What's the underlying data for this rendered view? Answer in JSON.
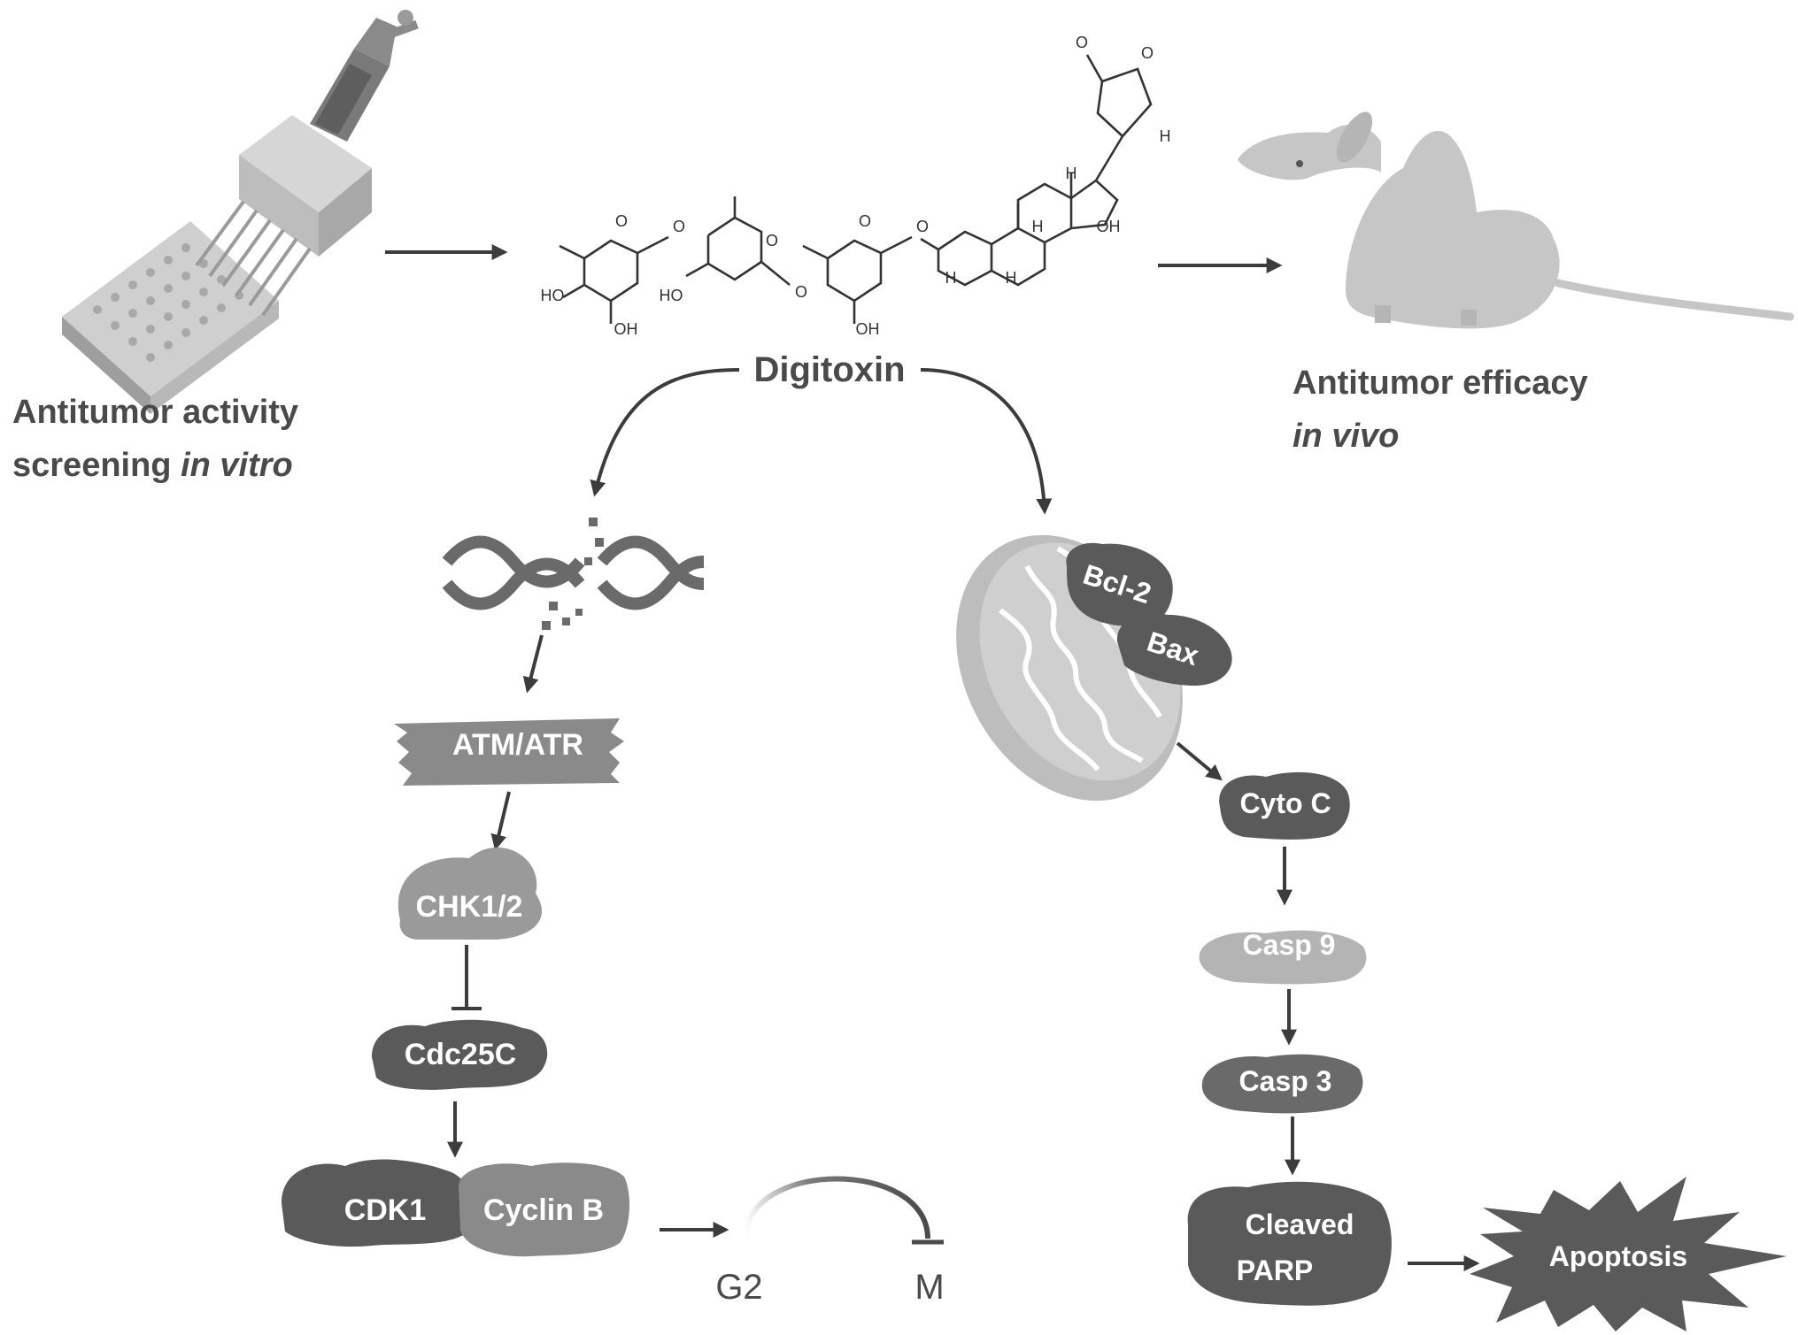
{
  "compound": {
    "name": "Digitoxin"
  },
  "screening": {
    "line1": "Antitumor activity",
    "line2_plain": "screening ",
    "line2_italic": "in vitro"
  },
  "efficacy": {
    "line1": "Antitumor efficacy",
    "line2_italic": "in vivo"
  },
  "structure_atoms": {
    "oxygen": "O",
    "hydroxyl": "OH",
    "hydroxyl_left": "HO",
    "hydrogen": "H"
  },
  "cell_cycle_pathway": {
    "nodes": [
      "ATM/ATR",
      "CHK1/2",
      "Cdc25C",
      "CDK1",
      "Cyclin B"
    ],
    "phase_start": "G2",
    "phase_end": "M"
  },
  "apoptosis_pathway": {
    "nodes": [
      "Bcl-2",
      "Bax",
      "Cyto C",
      "Casp 9",
      "Casp 3",
      "Cleaved",
      "PARP",
      "Apoptosis"
    ]
  },
  "colors": {
    "dark_node": "#5a5a5a",
    "mid_node": "#888888",
    "light_node": "#b4b4b4",
    "arrow": "#3c3c3c",
    "text": "#4a4a4a"
  }
}
